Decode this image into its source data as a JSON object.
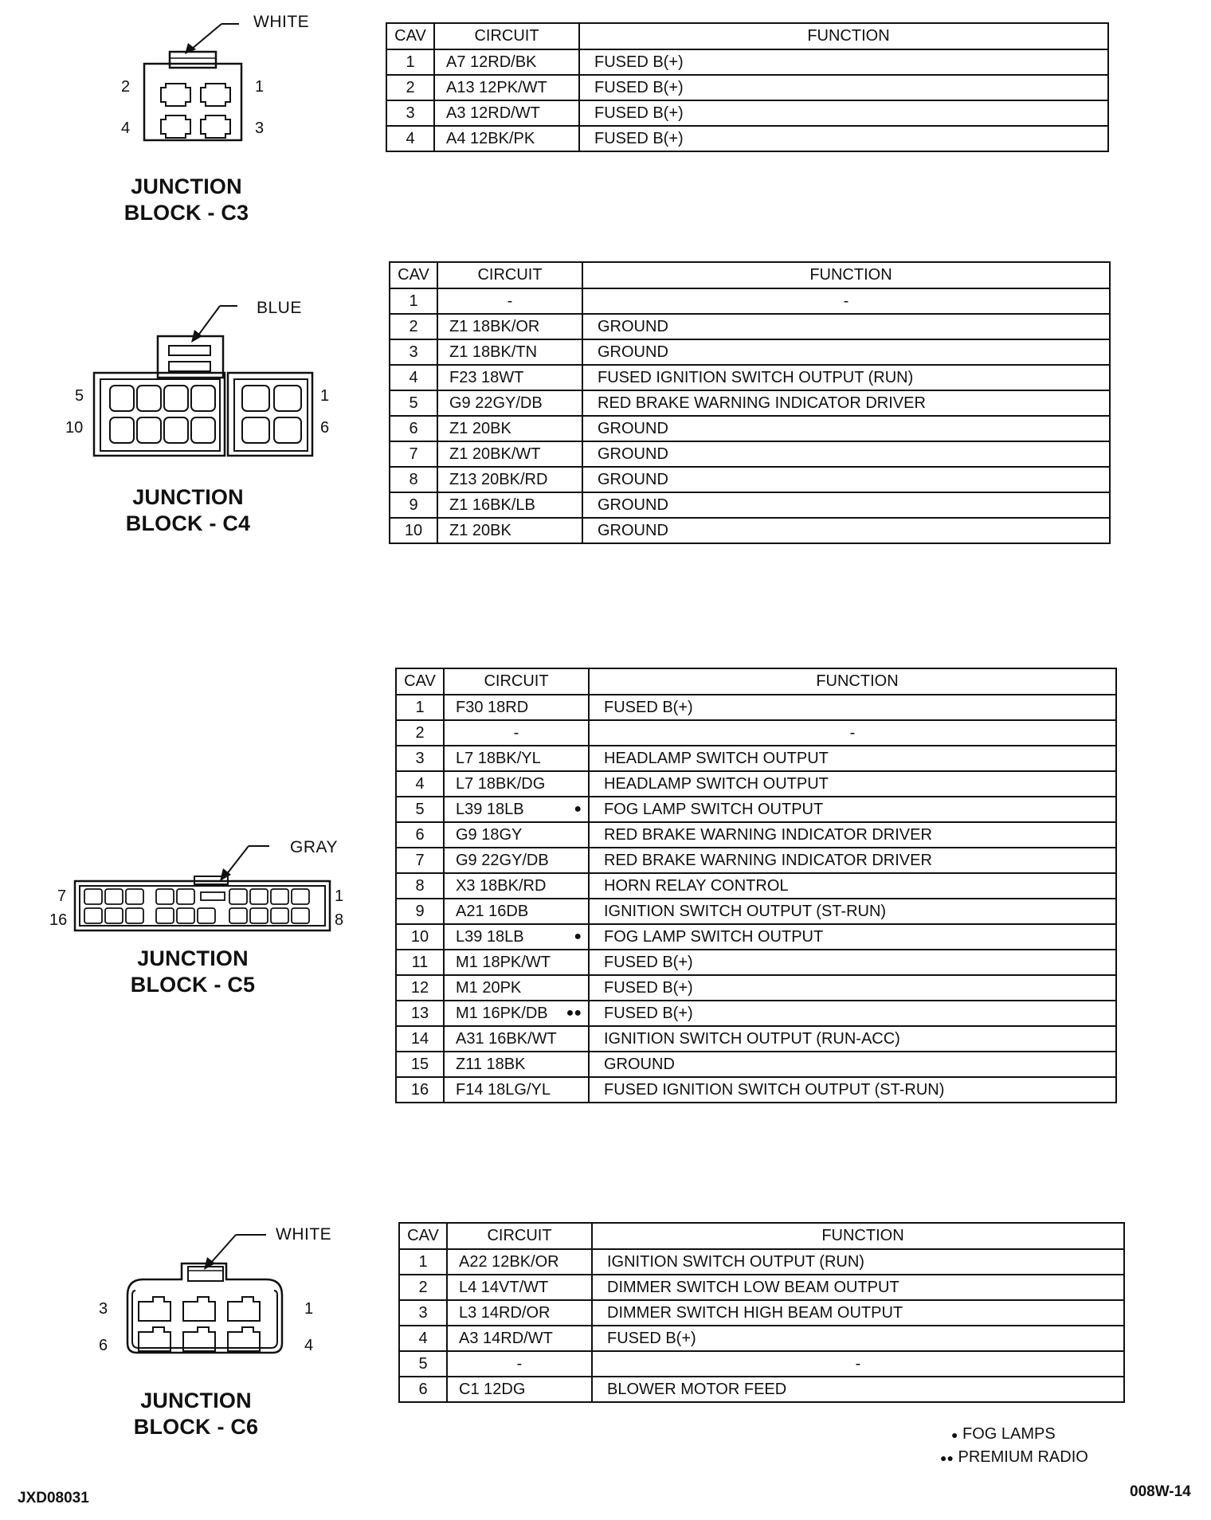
{
  "connectors": [
    {
      "color": "WHITE",
      "name_line1": "JUNCTION",
      "name_line2": "BLOCK - C3",
      "pins": [
        "2",
        "1",
        "4",
        "3"
      ],
      "headers": {
        "cav": "CAV",
        "circuit": "CIRCUIT",
        "function": "FUNCTION"
      },
      "rows": [
        {
          "cav": "1",
          "circuit": "A7 12RD/BK",
          "marker": "",
          "function": "FUSED B(+)"
        },
        {
          "cav": "2",
          "circuit": "A13 12PK/WT",
          "marker": "",
          "function": "FUSED B(+)"
        },
        {
          "cav": "3",
          "circuit": "A3 12RD/WT",
          "marker": "",
          "function": "FUSED B(+)"
        },
        {
          "cav": "4",
          "circuit": "A4 12BK/PK",
          "marker": "",
          "function": "FUSED B(+)"
        }
      ]
    },
    {
      "color": "BLUE",
      "name_line1": "JUNCTION",
      "name_line2": "BLOCK - C4",
      "pins": [
        "5",
        "1",
        "10",
        "6"
      ],
      "headers": {
        "cav": "CAV",
        "circuit": "CIRCUIT",
        "function": "FUNCTION"
      },
      "rows": [
        {
          "cav": "1",
          "circuit": "-",
          "marker": "",
          "function": "-"
        },
        {
          "cav": "2",
          "circuit": "Z1 18BK/OR",
          "marker": "",
          "function": "GROUND"
        },
        {
          "cav": "3",
          "circuit": "Z1 18BK/TN",
          "marker": "",
          "function": "GROUND"
        },
        {
          "cav": "4",
          "circuit": "F23 18WT",
          "marker": "",
          "function": "FUSED IGNITION SWITCH OUTPUT (RUN)"
        },
        {
          "cav": "5",
          "circuit": "G9 22GY/DB",
          "marker": "",
          "function": "RED BRAKE WARNING INDICATOR DRIVER"
        },
        {
          "cav": "6",
          "circuit": "Z1 20BK",
          "marker": "",
          "function": "GROUND"
        },
        {
          "cav": "7",
          "circuit": "Z1 20BK/WT",
          "marker": "",
          "function": "GROUND"
        },
        {
          "cav": "8",
          "circuit": "Z13 20BK/RD",
          "marker": "",
          "function": "GROUND"
        },
        {
          "cav": "9",
          "circuit": "Z1 16BK/LB",
          "marker": "",
          "function": "GROUND"
        },
        {
          "cav": "10",
          "circuit": "Z1 20BK",
          "marker": "",
          "function": "GROUND"
        }
      ]
    },
    {
      "color": "GRAY",
      "name_line1": "JUNCTION",
      "name_line2": "BLOCK - C5",
      "pins": [
        "7",
        "1",
        "16",
        "8"
      ],
      "headers": {
        "cav": "CAV",
        "circuit": "CIRCUIT",
        "function": "FUNCTION"
      },
      "rows": [
        {
          "cav": "1",
          "circuit": "F30 18RD",
          "marker": "",
          "function": "FUSED B(+)"
        },
        {
          "cav": "2",
          "circuit": "-",
          "marker": "",
          "function": "-"
        },
        {
          "cav": "3",
          "circuit": "L7 18BK/YL",
          "marker": "",
          "function": "HEADLAMP SWITCH OUTPUT"
        },
        {
          "cav": "4",
          "circuit": "L7 18BK/DG",
          "marker": "",
          "function": "HEADLAMP SWITCH OUTPUT"
        },
        {
          "cav": "5",
          "circuit": "L39 18LB",
          "marker": "●",
          "function": "FOG LAMP SWITCH OUTPUT"
        },
        {
          "cav": "6",
          "circuit": "G9 18GY",
          "marker": "",
          "function": "RED BRAKE WARNING INDICATOR DRIVER"
        },
        {
          "cav": "7",
          "circuit": "G9 22GY/DB",
          "marker": "",
          "function": "RED BRAKE WARNING INDICATOR DRIVER"
        },
        {
          "cav": "8",
          "circuit": "X3 18BK/RD",
          "marker": "",
          "function": "HORN RELAY CONTROL"
        },
        {
          "cav": "9",
          "circuit": "A21 16DB",
          "marker": "",
          "function": "IGNITION SWITCH OUTPUT (ST-RUN)"
        },
        {
          "cav": "10",
          "circuit": "L39 18LB",
          "marker": "●",
          "function": "FOG LAMP SWITCH OUTPUT"
        },
        {
          "cav": "11",
          "circuit": "M1 18PK/WT",
          "marker": "",
          "function": "FUSED B(+)"
        },
        {
          "cav": "12",
          "circuit": "M1 20PK",
          "marker": "",
          "function": "FUSED B(+)"
        },
        {
          "cav": "13",
          "circuit": "M1 16PK/DB",
          "marker": "●●",
          "function": "FUSED B(+)"
        },
        {
          "cav": "14",
          "circuit": "A31 16BK/WT",
          "marker": "",
          "function": "IGNITION SWITCH OUTPUT (RUN-ACC)"
        },
        {
          "cav": "15",
          "circuit": "Z11 18BK",
          "marker": "",
          "function": "GROUND"
        },
        {
          "cav": "16",
          "circuit": "F14 18LG/YL",
          "marker": "",
          "function": "FUSED IGNITION SWITCH OUTPUT (ST-RUN)"
        }
      ]
    },
    {
      "color": "WHITE",
      "name_line1": "JUNCTION",
      "name_line2": "BLOCK - C6",
      "pins": [
        "3",
        "1",
        "6",
        "4"
      ],
      "headers": {
        "cav": "CAV",
        "circuit": "CIRCUIT",
        "function": "FUNCTION"
      },
      "rows": [
        {
          "cav": "1",
          "circuit": "A22 12BK/OR",
          "marker": "",
          "function": "IGNITION SWITCH OUTPUT (RUN)"
        },
        {
          "cav": "2",
          "circuit": "L4 14VT/WT",
          "marker": "",
          "function": "DIMMER SWITCH LOW BEAM OUTPUT"
        },
        {
          "cav": "3",
          "circuit": "L3 14RD/OR",
          "marker": "",
          "function": "DIMMER SWITCH HIGH BEAM OUTPUT"
        },
        {
          "cav": "4",
          "circuit": "A3 14RD/WT",
          "marker": "",
          "function": "FUSED B(+)"
        },
        {
          "cav": "5",
          "circuit": "-",
          "marker": "",
          "function": "-"
        },
        {
          "cav": "6",
          "circuit": "C1 12DG",
          "marker": "",
          "function": "BLOWER MOTOR FEED"
        }
      ]
    }
  ],
  "legend": {
    "fog_marker": "●",
    "fog_label": "FOG LAMPS",
    "radio_marker": "●●",
    "radio_label": "PREMIUM RADIO"
  },
  "footer": {
    "left_code": "JXD08031",
    "right_code": "008W-14"
  }
}
